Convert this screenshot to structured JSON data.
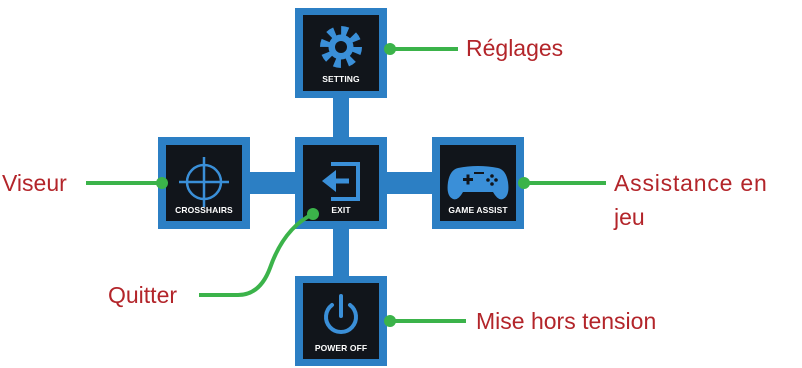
{
  "colors": {
    "connector_blue": "#2c7fc4",
    "tile_dark": "#11151b",
    "tile_border": "#2c7fc4",
    "icon_blue": "#3a8fd8",
    "callout_green": "#3bb34a",
    "callout_text": "#b3252a"
  },
  "tiles": {
    "setting": {
      "icon": "gear-icon",
      "caption": "SETTING"
    },
    "crosshairs": {
      "icon": "crosshair-icon",
      "caption": "CROSSHAIRS"
    },
    "exit": {
      "icon": "exit-arrow-icon",
      "caption": "EXIT"
    },
    "game_assist": {
      "icon": "gamepad-icon",
      "caption": "GAME ASSIST"
    },
    "power_off": {
      "icon": "power-icon",
      "caption": "POWER OFF"
    }
  },
  "callouts": {
    "setting": "Réglages",
    "crosshairs": "Viseur",
    "exit": "Quitter",
    "game_assist_line1": "Assistance en",
    "game_assist_line2": "jeu",
    "power_off": "Mise hors tension"
  }
}
